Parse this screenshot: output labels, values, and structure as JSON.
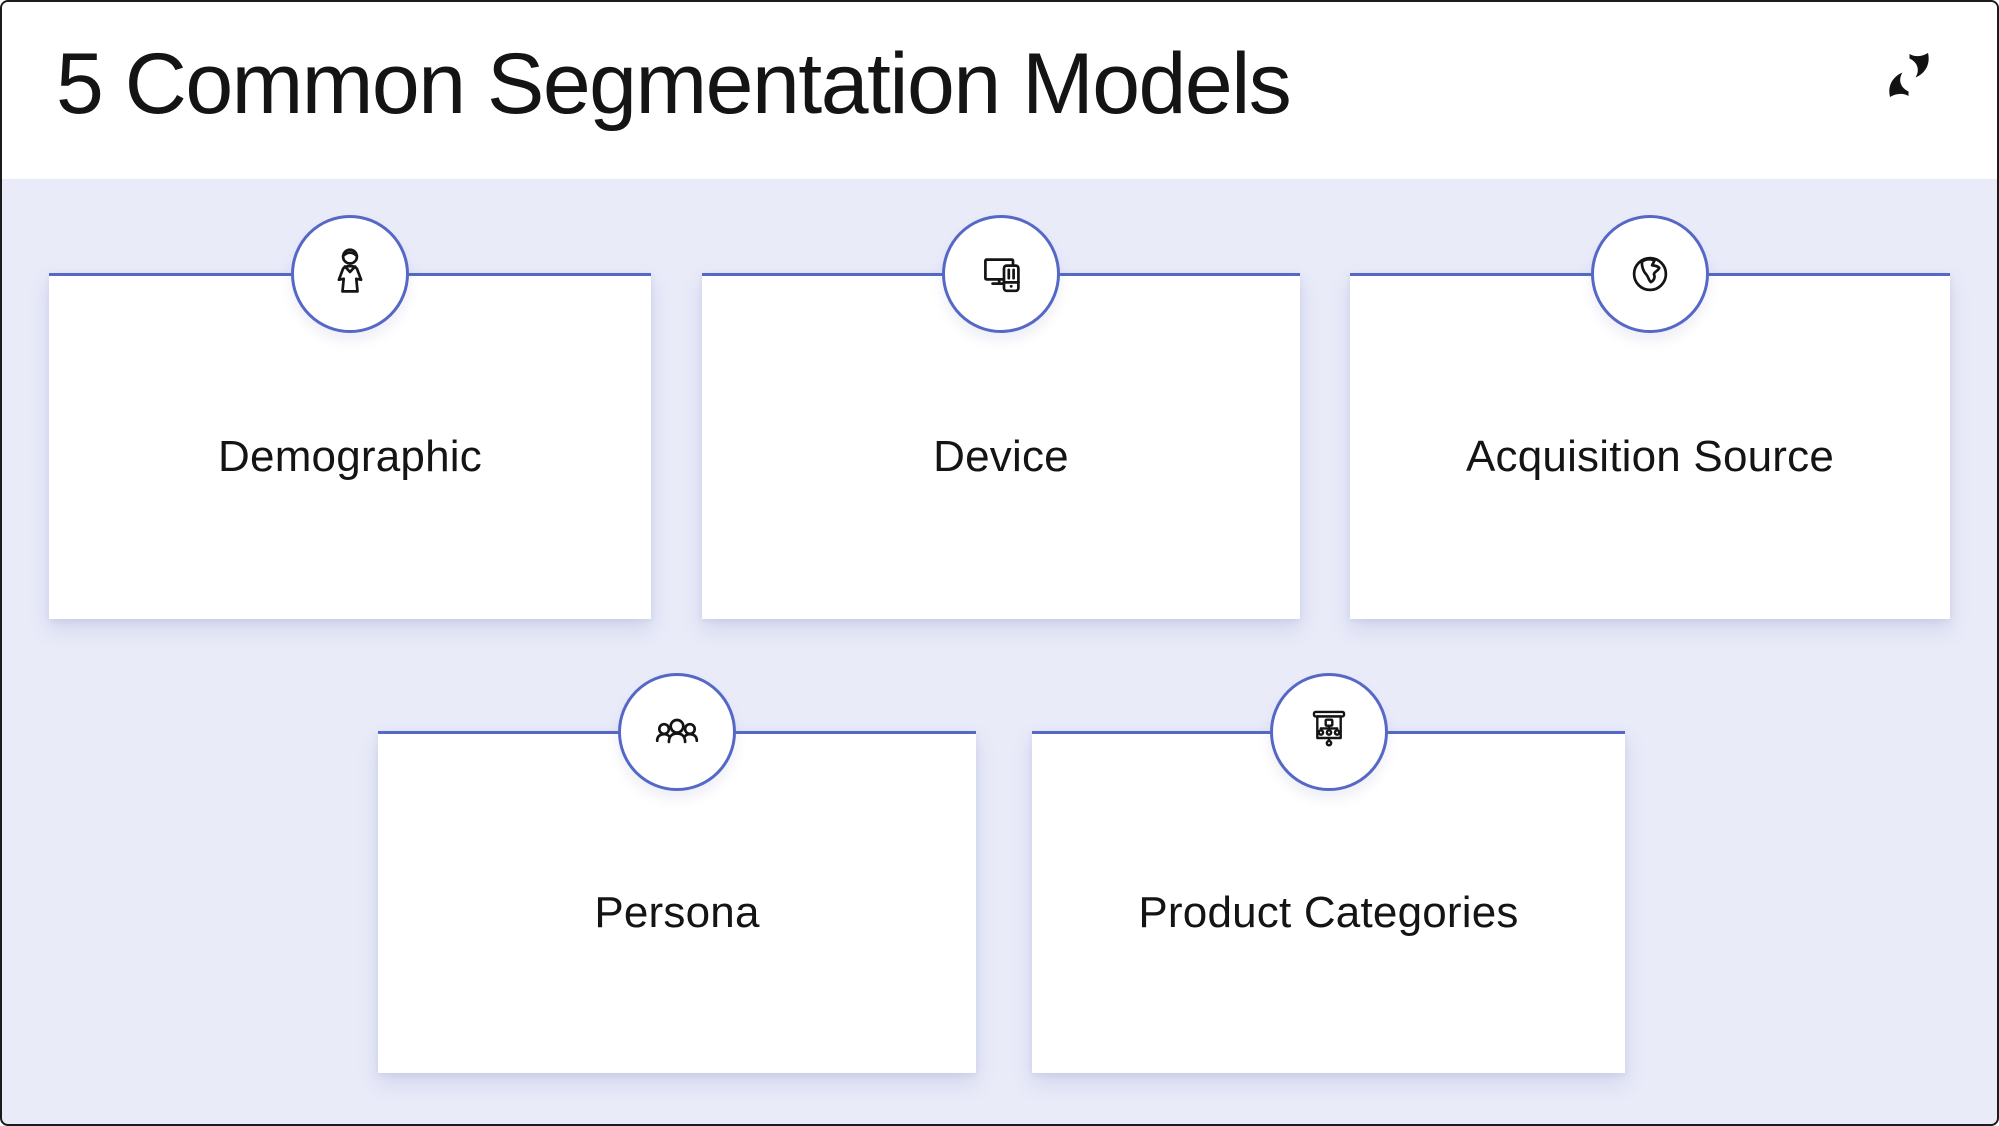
{
  "header": {
    "title": "5 Common Segmentation Models",
    "logo_icon": "brand-swirl-logo"
  },
  "colors": {
    "accent": "#5668c5",
    "background": "#e9ebf9",
    "surface": "#ffffff",
    "ink": "#141414"
  },
  "cards": [
    {
      "label": "Demographic",
      "icon": "person-icon"
    },
    {
      "label": "Device",
      "icon": "devices-icon"
    },
    {
      "label": "Acquisition Source",
      "icon": "globe-icon"
    },
    {
      "label": "Persona",
      "icon": "people-group-icon"
    },
    {
      "label": "Product Categories",
      "icon": "presentation-chart-icon"
    }
  ]
}
